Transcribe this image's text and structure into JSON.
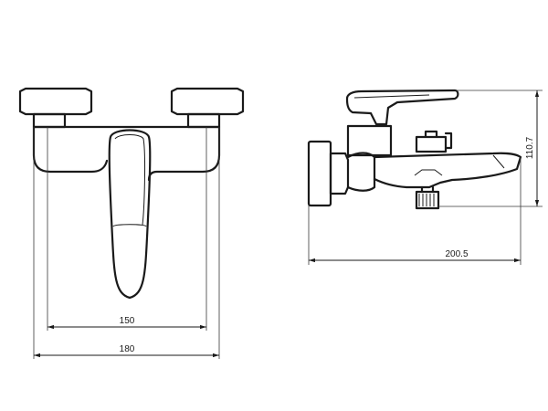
{
  "dimensions": {
    "front_inner_width": "150",
    "front_outer_width": "180",
    "side_total_length": "200.5",
    "side_height": "110.7"
  },
  "colors": {
    "line": "#1a1a1a",
    "background": "#ffffff"
  }
}
